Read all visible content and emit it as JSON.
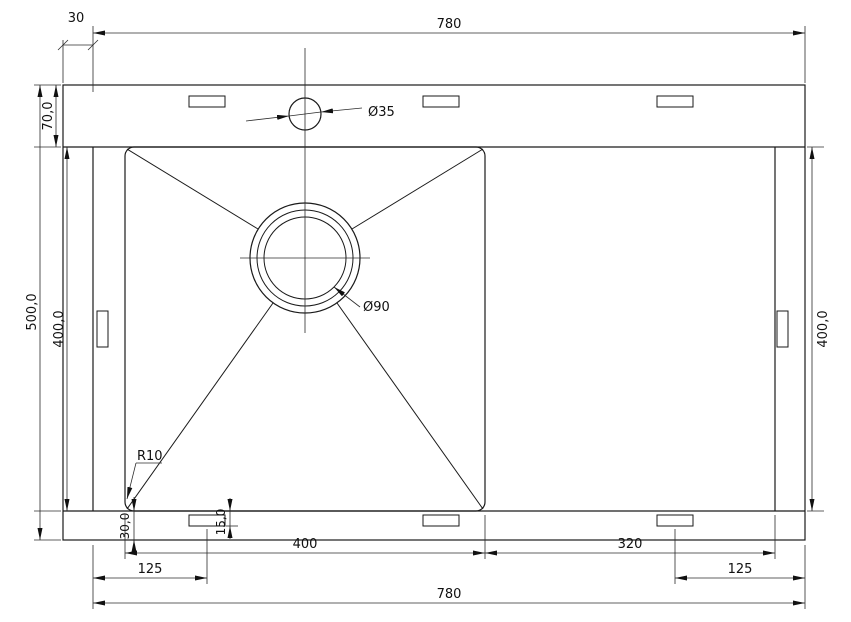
{
  "drawing": {
    "type": "sink-top-view-technical-drawing",
    "colors": {
      "line": "#1a1a1a",
      "background": "#ffffff"
    },
    "dimensions": {
      "top_offset": "30",
      "top_width": "780",
      "left_rim_depth": "70,0",
      "left_overall_height": "500,0",
      "left_bowl_height": "400,0",
      "right_height": "400,0",
      "bottom_inset": "30,0",
      "bottom_clip_offset": "15,0",
      "bottom_bowl_width": "400",
      "bottom_drainboard_width": "320",
      "bottom_left_margin": "125",
      "bottom_right_margin": "125",
      "bottom_overall_width": "780"
    },
    "callouts": {
      "faucet_hole_diameter": "Ø35",
      "drain_diameter": "Ø90",
      "corner_radius": "R10"
    }
  }
}
